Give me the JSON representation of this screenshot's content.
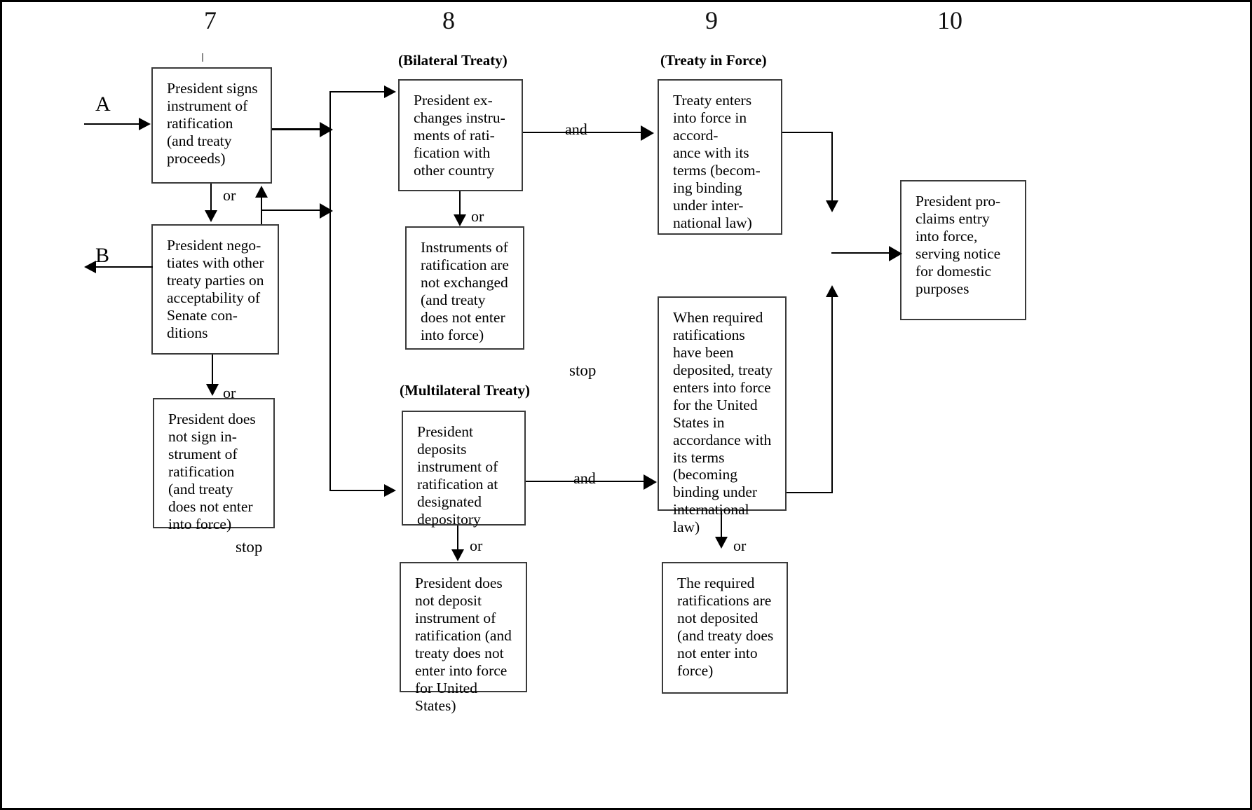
{
  "diagram": {
    "title_columns": [
      {
        "num": "7"
      },
      {
        "num": "8"
      },
      {
        "num": "9"
      },
      {
        "num": "10"
      }
    ],
    "section_labels": [
      {
        "key": "bilateral",
        "text": "(Bilateral Treaty)"
      },
      {
        "key": "treaty_in_force",
        "text": "(Treaty in Force)"
      },
      {
        "key": "multilateral",
        "text": "(Multilateral Treaty)"
      }
    ],
    "entry_labels": [
      {
        "key": "a",
        "text": "A"
      },
      {
        "key": "b",
        "text": "B"
      }
    ],
    "nodes": [
      {
        "id": "president-signs",
        "text": "President signs instrument of ratification (and treaty proceeds)"
      },
      {
        "id": "president-negotiates",
        "text": "President nego-\ntiates with other treaty parties on acceptability of Senate con-\nditions"
      },
      {
        "id": "president-does-not-sign",
        "text": "President does not sign in-\nstrument of ratification (and treaty does not enter into force)"
      },
      {
        "id": "president-exchanges",
        "text": "President ex-\nchanges instru-\nments of rati-\nfication with other country"
      },
      {
        "id": "instruments-not-exchanged",
        "text": "Instruments of ratification are not exchanged (and treaty does not enter into force)"
      },
      {
        "id": "president-deposits",
        "text": "President deposits instrument of ratification at designated depository"
      },
      {
        "id": "president-does-not-deposit",
        "text": "President does not deposit instrument of ratification (and treaty does not enter into force for United States)"
      },
      {
        "id": "treaty-enters-force",
        "text": "Treaty enters into force in accord-\nance with its terms (becom-\ning binding under  inter-\nnational law)"
      },
      {
        "id": "required-ratifications-deposited",
        "text": "When required ratifications have been deposited, treaty enters into force for the United States in accordance with its terms (becoming binding under international law)"
      },
      {
        "id": "required-ratifications-not-deposited",
        "text": "The required ratifications are not deposited (and treaty does not enter into force)"
      },
      {
        "id": "president-proclaims",
        "text": "President pro-\nclaims entry into force, serving notice for domestic purposes"
      }
    ],
    "edge_labels": [
      {
        "key": "or_signs_negotiates",
        "text": "or"
      },
      {
        "key": "or_negotiates_notsign",
        "text": "or"
      },
      {
        "key": "or_exchange",
        "text": "or"
      },
      {
        "key": "or_deposit",
        "text": "or"
      },
      {
        "key": "or_ratifications",
        "text": "or"
      },
      {
        "key": "and_bilateral",
        "text": "and"
      },
      {
        "key": "and_multilateral",
        "text": "and"
      }
    ],
    "terminal_labels": [
      {
        "key": "stop_left",
        "text": "stop"
      },
      {
        "key": "stop_middle",
        "text": "stop"
      }
    ],
    "colors": {
      "line": "#000000",
      "box_border": "#3a3a3a",
      "background": "#ffffff",
      "text": "#000000"
    }
  }
}
